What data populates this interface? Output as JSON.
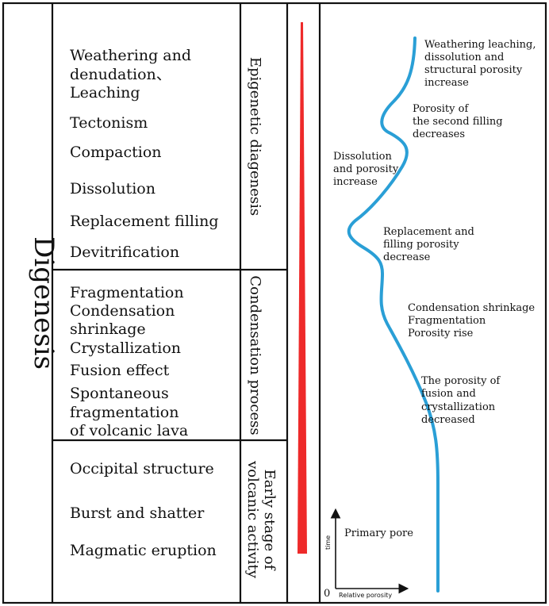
{
  "title": "Digenesis",
  "colors": {
    "trend_bar": "#ee2a2a",
    "porosity_curve": "#2a9fd6",
    "lines": "#111111"
  },
  "stages": [
    {
      "label": "Epigenetic diagenesis",
      "processes": [
        "Weathering and",
        "denudation、",
        "Leaching",
        "Tectonism",
        "Compaction",
        "Dissolution",
        "Replacement filling",
        "Devitrification"
      ]
    },
    {
      "label": "Condensation process",
      "processes": [
        "Fragmentation",
        "Condensation",
        "shrinkage",
        "Crystallization",
        "Fusion effect",
        "Spontaneous",
        "fragmentation",
        "of volcanic lava"
      ]
    },
    {
      "label_lines": [
        "Early stage of",
        "volcanic activity"
      ],
      "processes": [
        "Occipital structure",
        "Burst and shatter",
        "Magmatic eruption"
      ]
    }
  ],
  "porosity_notes": [
    [
      "Weathering leaching,",
      "dissolution and",
      "structural porosity",
      "increase"
    ],
    [
      "Porosity of",
      "the second filling",
      "decreases"
    ],
    [
      "Dissolution",
      "and porosity",
      "increase"
    ],
    [
      "Replacement and",
      "filling porosity",
      "decrease"
    ],
    [
      "Condensation shrinkage",
      "Fragmentation",
      "Porosity rise"
    ],
    [
      "The porosity of",
      "fusion and",
      "crystallization",
      "decreased"
    ]
  ],
  "primary_pore": "Primary pore",
  "axes": {
    "y_label": "time",
    "x_label": "Relative porosity",
    "origin": "0"
  }
}
